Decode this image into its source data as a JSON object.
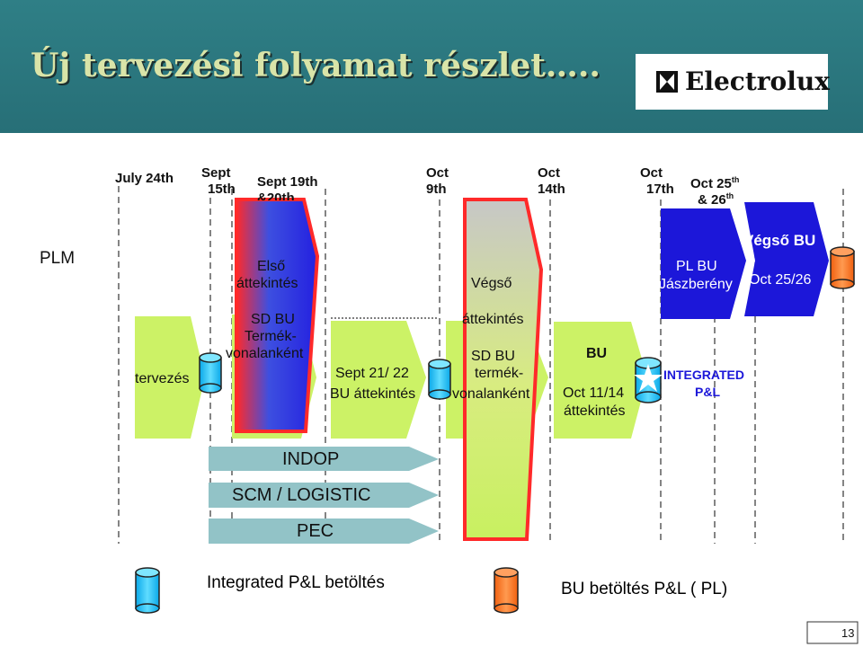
{
  "header": {
    "title": "Új tervezési folyamat részlet…..",
    "brand": "Electrolux"
  },
  "dates": {
    "d1": "July 24th",
    "d2a": "Sept",
    "d2b": "15th",
    "d3a": "Sept 19th",
    "d3b": "&20th",
    "d4a": "Oct",
    "d4b": "9th",
    "d5a": "Oct",
    "d5b": "14th",
    "d6a": "Oct",
    "d6b": "17th",
    "d7a": "Oct 25",
    "d7a_sup": "th",
    "d7b": "& 26",
    "d7b_sup": "th"
  },
  "rows": {
    "plm": "PLM"
  },
  "boxes": {
    "tervezes": "tervezés",
    "elso1": "Első",
    "elso2": "áttekintés",
    "sdbu1": "SD BU",
    "sdbu2": "Termék-",
    "sdbu3": "vonalanként",
    "sept1": "Sept 21/ 22",
    "sept2": "BU áttekintés",
    "vegso1": "Végső",
    "vegso2": "áttekintés",
    "vsd1": "SD BU",
    "vsd2": "termék-",
    "vsd3": "vonalanként",
    "bu1": "BU",
    "bu2": "Oct 11/14",
    "bu3": "áttekintés",
    "int1": "INTEGRATED",
    "int2": "P&L",
    "plbu1": "PL BU",
    "plbu2": "Jászberény",
    "vbu1": "Végső BU",
    "vbu2": "Oct 25/26"
  },
  "arrows": {
    "indop": "INDOP",
    "scm": "SCM / LOGISTIC",
    "pec": "PEC"
  },
  "legend": {
    "blue": "Integrated P&L betöltés",
    "orange": "BU betöltés  P&L ( PL)"
  },
  "page_number": "13",
  "colors": {
    "header": "#2f7f86",
    "title": "#d9e4a8",
    "green": "#ccf266",
    "blue": "#1c17d9",
    "red": "#ff2a2a",
    "cyl_blue": "#19c6ff",
    "cyl_orange": "#ff7a2e",
    "teal_arrow": "#92c3c7"
  }
}
